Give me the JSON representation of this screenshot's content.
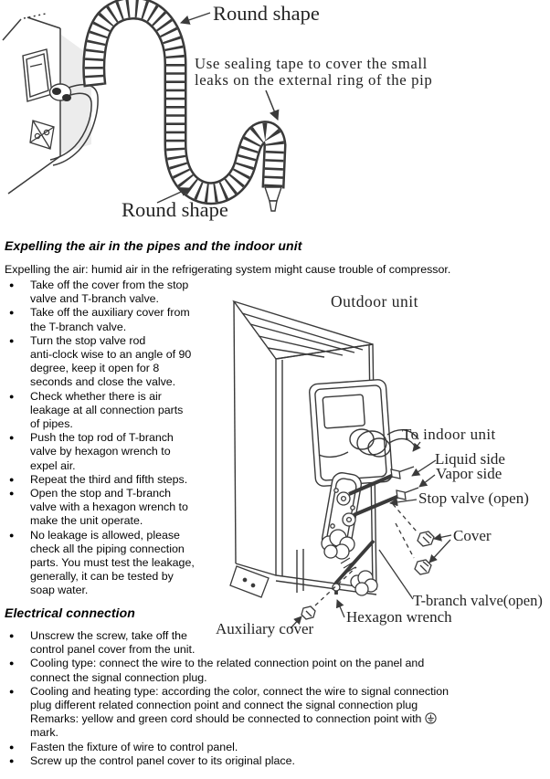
{
  "document": {
    "paper_color": "#ffffff",
    "ink_color": "#3a3a3a",
    "glyphs": {
      "bullet": "●"
    },
    "icons": {
      "ground_mark": "earth-ground-in-circle"
    },
    "top_figure": {
      "round_shape_top_label": "Round shape",
      "round_shape_bottom_label": "Round shape",
      "sealing_note_lines": [
        "Use sealing tape to cover the small",
        "leaks on the external ring of the pip"
      ]
    },
    "expelling_section": {
      "heading": "Expelling the air in the pipes and the indoor unit",
      "intro": "Expelling the air: humid air in the refrigerating system might cause trouble of compressor.",
      "bullets": [
        [
          "Take off the cover from the stop",
          "valve and T-branch valve."
        ],
        [
          "Take off the auxiliary cover from",
          "the T-branch valve."
        ],
        [
          "Turn the stop valve rod",
          "anti-clock wise to an angle of 90",
          "degree, keep it open for 8",
          "seconds and close the valve."
        ],
        [
          "Check whether there is air",
          "leakage at all connection parts",
          "of pipes."
        ],
        [
          "Push the top rod of T-branch",
          "valve by hexagon wrench to",
          "expel air."
        ],
        [
          "Repeat the third and fifth steps."
        ],
        [
          "Open the stop and T-branch",
          "valve with a hexagon wrench to",
          "make the unit operate."
        ],
        [
          "No leakage is allowed, please",
          "check all the piping connection",
          "parts. You must test the leakage,",
          "generally, it can be tested by",
          "soap water."
        ]
      ]
    },
    "outdoor_figure": {
      "labels": {
        "outdoor_unit": "Outdoor unit",
        "to_indoor_unit": "To indoor unit",
        "liquid_side": "Liquid side",
        "vapor_side": "Vapor side",
        "stop_valve": "Stop valve (open)",
        "cover": "Cover",
        "t_branch_valve": "T-branch valve(open)",
        "hexagon_wrench": "Hexagon wrench",
        "auxiliary_cover": "Auxiliary cover"
      }
    },
    "electrical_section": {
      "heading": "Electrical connection",
      "bullets": [
        {
          "lines": [
            "Unscrew the screw, take off the",
            "control panel cover from the unit."
          ]
        },
        {
          "lines": [
            "Cooling type: connect the wire to the related connection point on the panel and",
            "connect the signal connection plug."
          ]
        },
        {
          "lines": [
            "Cooling and heating type: according the color, connect the wire to signal connection",
            "plug different related connection point and connect the signal connection plug"
          ],
          "remarks_lead": "Remarks: yellow and green cord should be connected to connection point with",
          "remarks_tail": "mark."
        },
        {
          "lines": [
            "Fasten the fixture of wire to control panel."
          ]
        },
        {
          "lines": [
            "Screw up the control panel cover to its original place."
          ]
        }
      ]
    }
  }
}
